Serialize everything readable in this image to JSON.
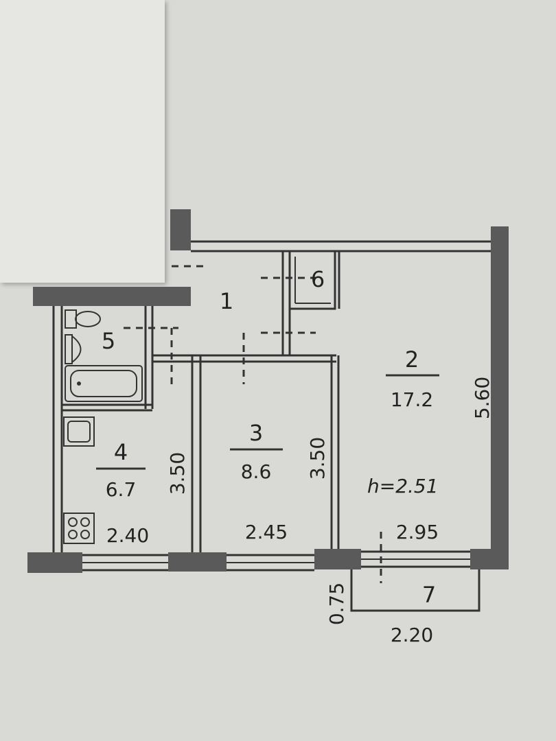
{
  "rooms": [
    {
      "number": "1"
    },
    {
      "number": "2",
      "area": "17.2"
    },
    {
      "number": "3",
      "area": "8.6"
    },
    {
      "number": "4",
      "area": "6.7"
    },
    {
      "number": "5"
    },
    {
      "number": "6"
    },
    {
      "number": "7"
    }
  ],
  "ceiling_height": "h=2.51",
  "dimensions": {
    "room4_width": "2.40",
    "room4_length": "3.50",
    "room3_width": "2.45",
    "room3_length": "3.50",
    "room2_width": "2.95",
    "room2_length": "5.60",
    "balcony_depth": "0.75",
    "balcony_width": "2.20"
  }
}
